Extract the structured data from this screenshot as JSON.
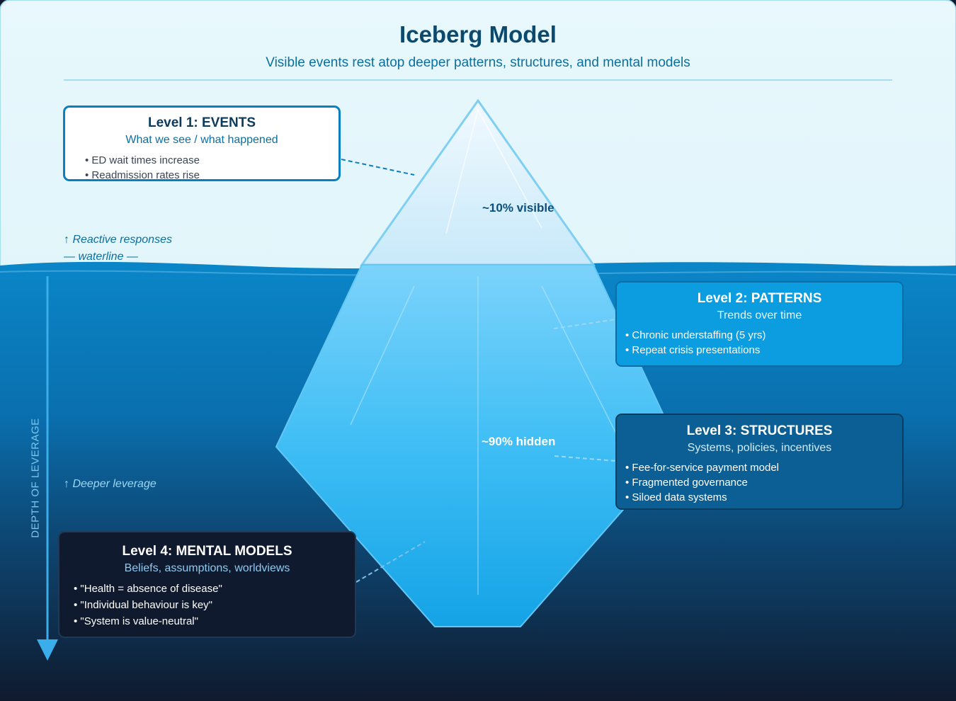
{
  "title": "Iceberg Model",
  "subtitle": "Visible events rest atop deeper patterns, structures, and mental models",
  "levels": [
    {
      "title": "Level 1: EVENTS",
      "subtitle": "What we see / what happened",
      "items": [
        "ED wait times increase",
        "Readmission rates rise"
      ]
    },
    {
      "title": "Level 2: PATTERNS",
      "subtitle": "Trends over time",
      "items": [
        "Chronic understaffing (5 yrs)",
        "Repeat crisis presentations"
      ]
    },
    {
      "title": "Level 3: STRUCTURES",
      "subtitle": "Systems, policies, incentives",
      "items": [
        "Fee-for-service payment model",
        "Fragmented governance",
        "Siloed data systems"
      ]
    },
    {
      "title": "Level 4: MENTAL MODELS",
      "subtitle": "Beliefs, assumptions, worldviews",
      "items": [
        "\"Health = absence of disease\"",
        "\"Individual behaviour is key\"",
        "\"System is value-neutral\""
      ]
    }
  ],
  "iceberg": {
    "visible_label": "~10% visible",
    "hidden_label": "~90% hidden"
  },
  "annotations": {
    "reactive": "↑ Reactive responses",
    "waterline": "— waterline —",
    "deeper": "↑ Deeper leverage",
    "depth_axis": "DEPTH OF LEVERAGE"
  },
  "colors": {
    "sky": "#e6f7fb",
    "water_top": "#0a84c6",
    "water_bottom": "#0f1a2e",
    "ice_tip": "#e3f4fd",
    "ice_body": "#4cc2f5",
    "accent": "#0a7fc0"
  }
}
